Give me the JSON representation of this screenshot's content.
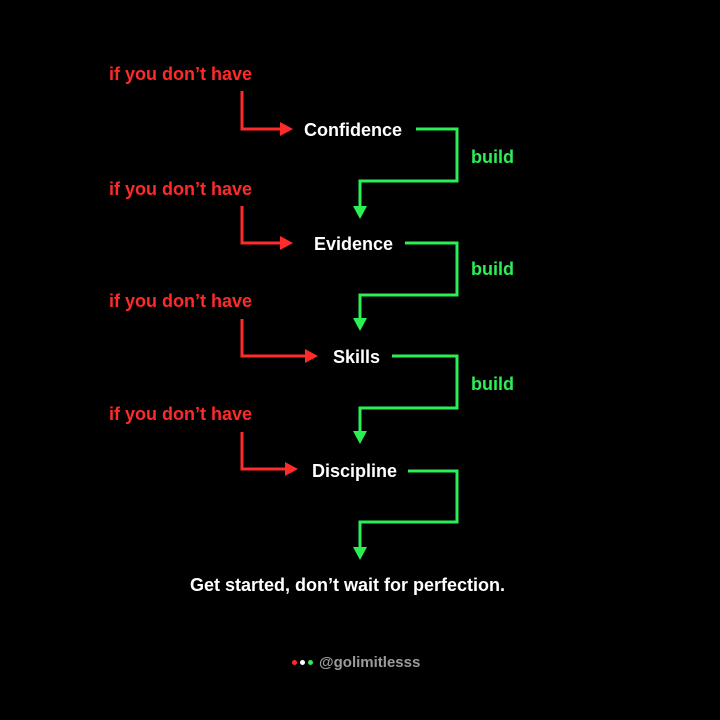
{
  "colors": {
    "background": "#000000",
    "condition": "#ff2a2a",
    "build": "#2bef55",
    "text": "#ffffff",
    "handle": "#9b9b9b"
  },
  "conditions": [
    "if you don’t have",
    "if you don’t have",
    "if you don’t have",
    "if you don’t have"
  ],
  "steps": [
    "Confidence",
    "Evidence",
    "Skills",
    "Discipline"
  ],
  "builds": [
    "build",
    "build",
    "build"
  ],
  "conclusion": "Get started, don’t wait for perfection.",
  "footer": {
    "dots": [
      "#ff2a2a",
      "#ffffff",
      "#2bef55"
    ],
    "handle": "@golimitlesss"
  }
}
